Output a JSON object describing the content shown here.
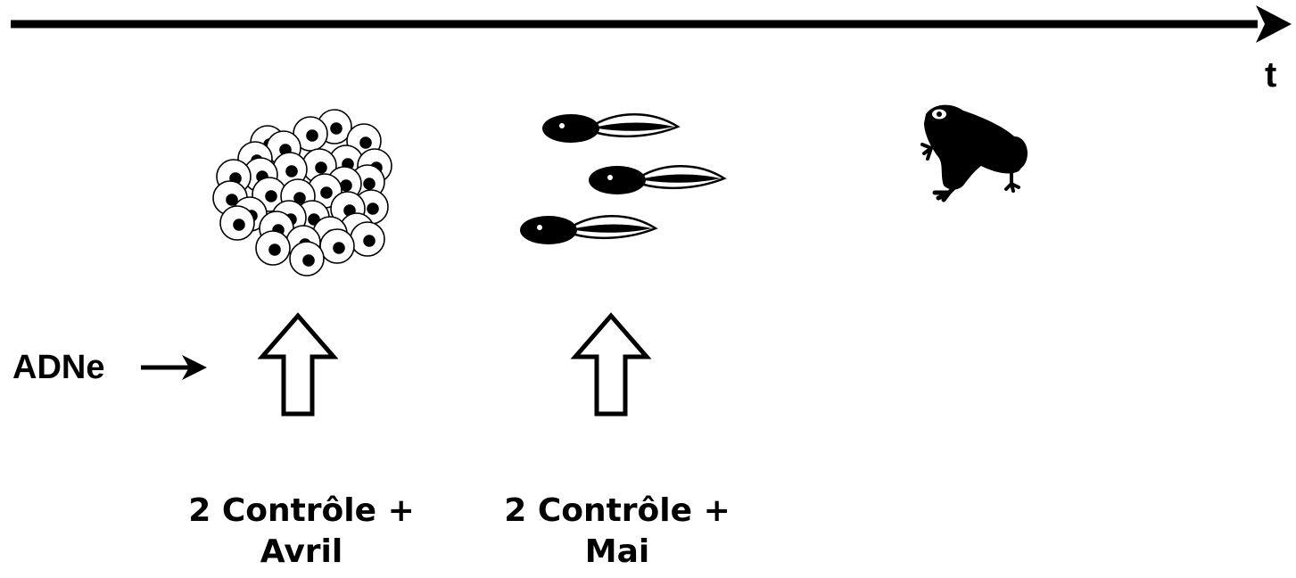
{
  "timeline": {
    "axis_label": "t"
  },
  "edna": {
    "label": "ADNe"
  },
  "stages": [
    {
      "name": "eggs",
      "icon": "frog-eggs-icon"
    },
    {
      "name": "tadpoles",
      "icon": "tadpoles-icon"
    },
    {
      "name": "frog",
      "icon": "frog-icon"
    }
  ],
  "samples": [
    {
      "line1": "2 Contrôle +",
      "line2": "Avril"
    },
    {
      "line1": "2 Contrôle +",
      "line2": "Mai"
    }
  ]
}
